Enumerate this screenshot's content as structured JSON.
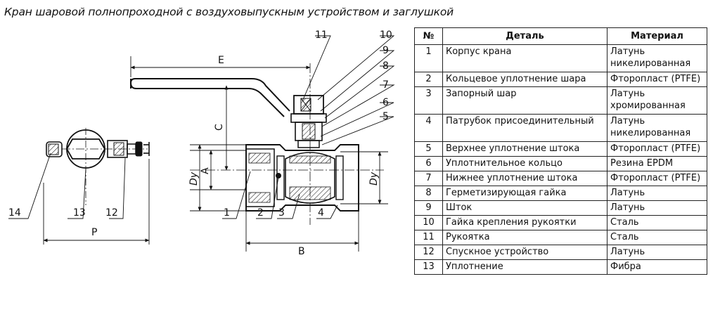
{
  "title": "Кран шаровой полнопроходной с воздуховыпускным устройством и заглушкой",
  "drawing": {
    "dim_labels": {
      "E": "E",
      "C": "C",
      "A": "A",
      "B": "B",
      "P": "P",
      "Dy": "Dу"
    },
    "callouts": [
      "1",
      "2",
      "3",
      "4",
      "5",
      "6",
      "7",
      "8",
      "9",
      "10",
      "11",
      "12",
      "13",
      "14"
    ]
  },
  "table": {
    "headers": {
      "num": "№",
      "part": "Деталь",
      "material": "Материал"
    },
    "rows": [
      {
        "num": "1",
        "part": "Корпус крана",
        "material": "Латунь никелированная"
      },
      {
        "num": "2",
        "part": "Кольцевое уплотнение шара",
        "material": "Фторопласт (PTFE)"
      },
      {
        "num": "3",
        "part": "Запорный шар",
        "material": "Латунь хромированная"
      },
      {
        "num": "4",
        "part": "Патрубок присоединительный",
        "material": "Латунь никелированная"
      },
      {
        "num": "5",
        "part": "Верхнее уплотнение штока",
        "material": "Фторопласт (PTFE)"
      },
      {
        "num": "6",
        "part": "Уплотнительное кольцо",
        "material": "Резина EPDM"
      },
      {
        "num": "7",
        "part": "Нижнее уплотнение штока",
        "material": "Фторопласт (PTFE)"
      },
      {
        "num": "8",
        "part": "Герметизирующая гайка",
        "material": "Латунь"
      },
      {
        "num": "9",
        "part": "Шток",
        "material": "Латунь"
      },
      {
        "num": "10",
        "part": "Гайка крепления рукоятки",
        "material": "Сталь"
      },
      {
        "num": "11",
        "part": "Рукоятка",
        "material": "Сталь"
      },
      {
        "num": "12",
        "part": "Спускное устройство",
        "material": "Латунь"
      },
      {
        "num": "13",
        "part": "Уплотнение",
        "material": "Фибра"
      }
    ]
  }
}
